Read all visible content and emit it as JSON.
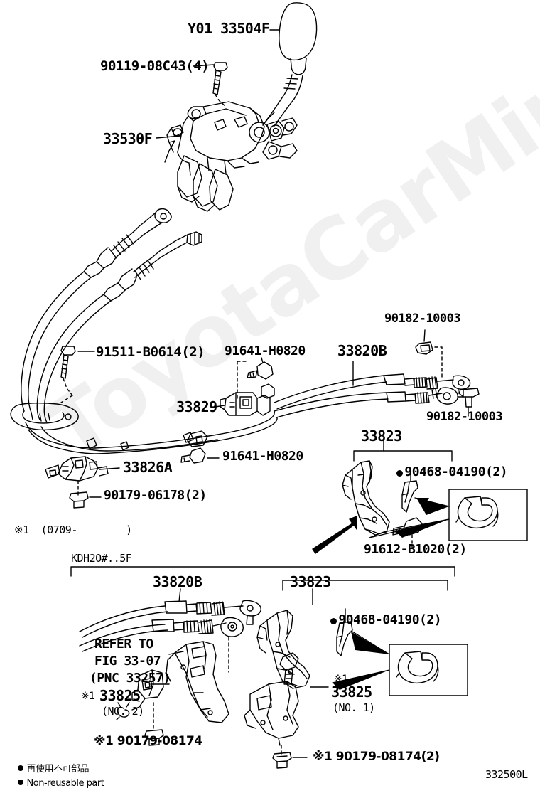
{
  "document": {
    "title": "Toyota parts catalog illustration - Shift lever & control cables",
    "figure_code": "332500L",
    "watermark": "ToyotaCarMine.ru"
  },
  "upper_assembly": {
    "labels": {
      "shift_knob": "Y01 33504F",
      "knob_screw": "90119-08C43(4)",
      "shift_lever_assy": "33530F",
      "cable_clamp_bolt": "91511-B0614(2)",
      "cable_bracket_bolt_left": "91641-H0820",
      "cable_bracket": "33829",
      "control_cable": "33820B",
      "cable_nut_top": "90182-10003",
      "cable_nut_bottom": "90182-10003",
      "cable_retainer": "33826A",
      "retainer_nut": "90179-06178(2)",
      "retainer_bolt": "91641-H0820",
      "bracket_assy": "33823",
      "clip": "90468-04190(2)",
      "bracket_bolt": "91612-B1020(2)"
    }
  },
  "notes": {
    "note1": "※1  (0709-        )",
    "variant_heading": "KDH2O#..5F"
  },
  "lower_assembly": {
    "labels": {
      "control_cable": "33820B",
      "bracket_assy": "33823",
      "clip": "90468-04190(2)",
      "refer_line1": "REFER TO",
      "refer_line2": "FIG 33-07",
      "refer_line3": "(PNC 33257)",
      "bracket_no2_mark": "※1",
      "bracket_no2": "33825",
      "bracket_no2_sub": "(NO. 2)",
      "bracket_no1_mark": "※1",
      "bracket_no1": "33825",
      "bracket_no1_sub": "(NO. 1)",
      "nut_left": "※1 90179-08174",
      "nut_right": "※1 90179-08174(2)"
    }
  },
  "legend": {
    "japanese": "再使用不可部品",
    "english": "Non-reusable part"
  }
}
